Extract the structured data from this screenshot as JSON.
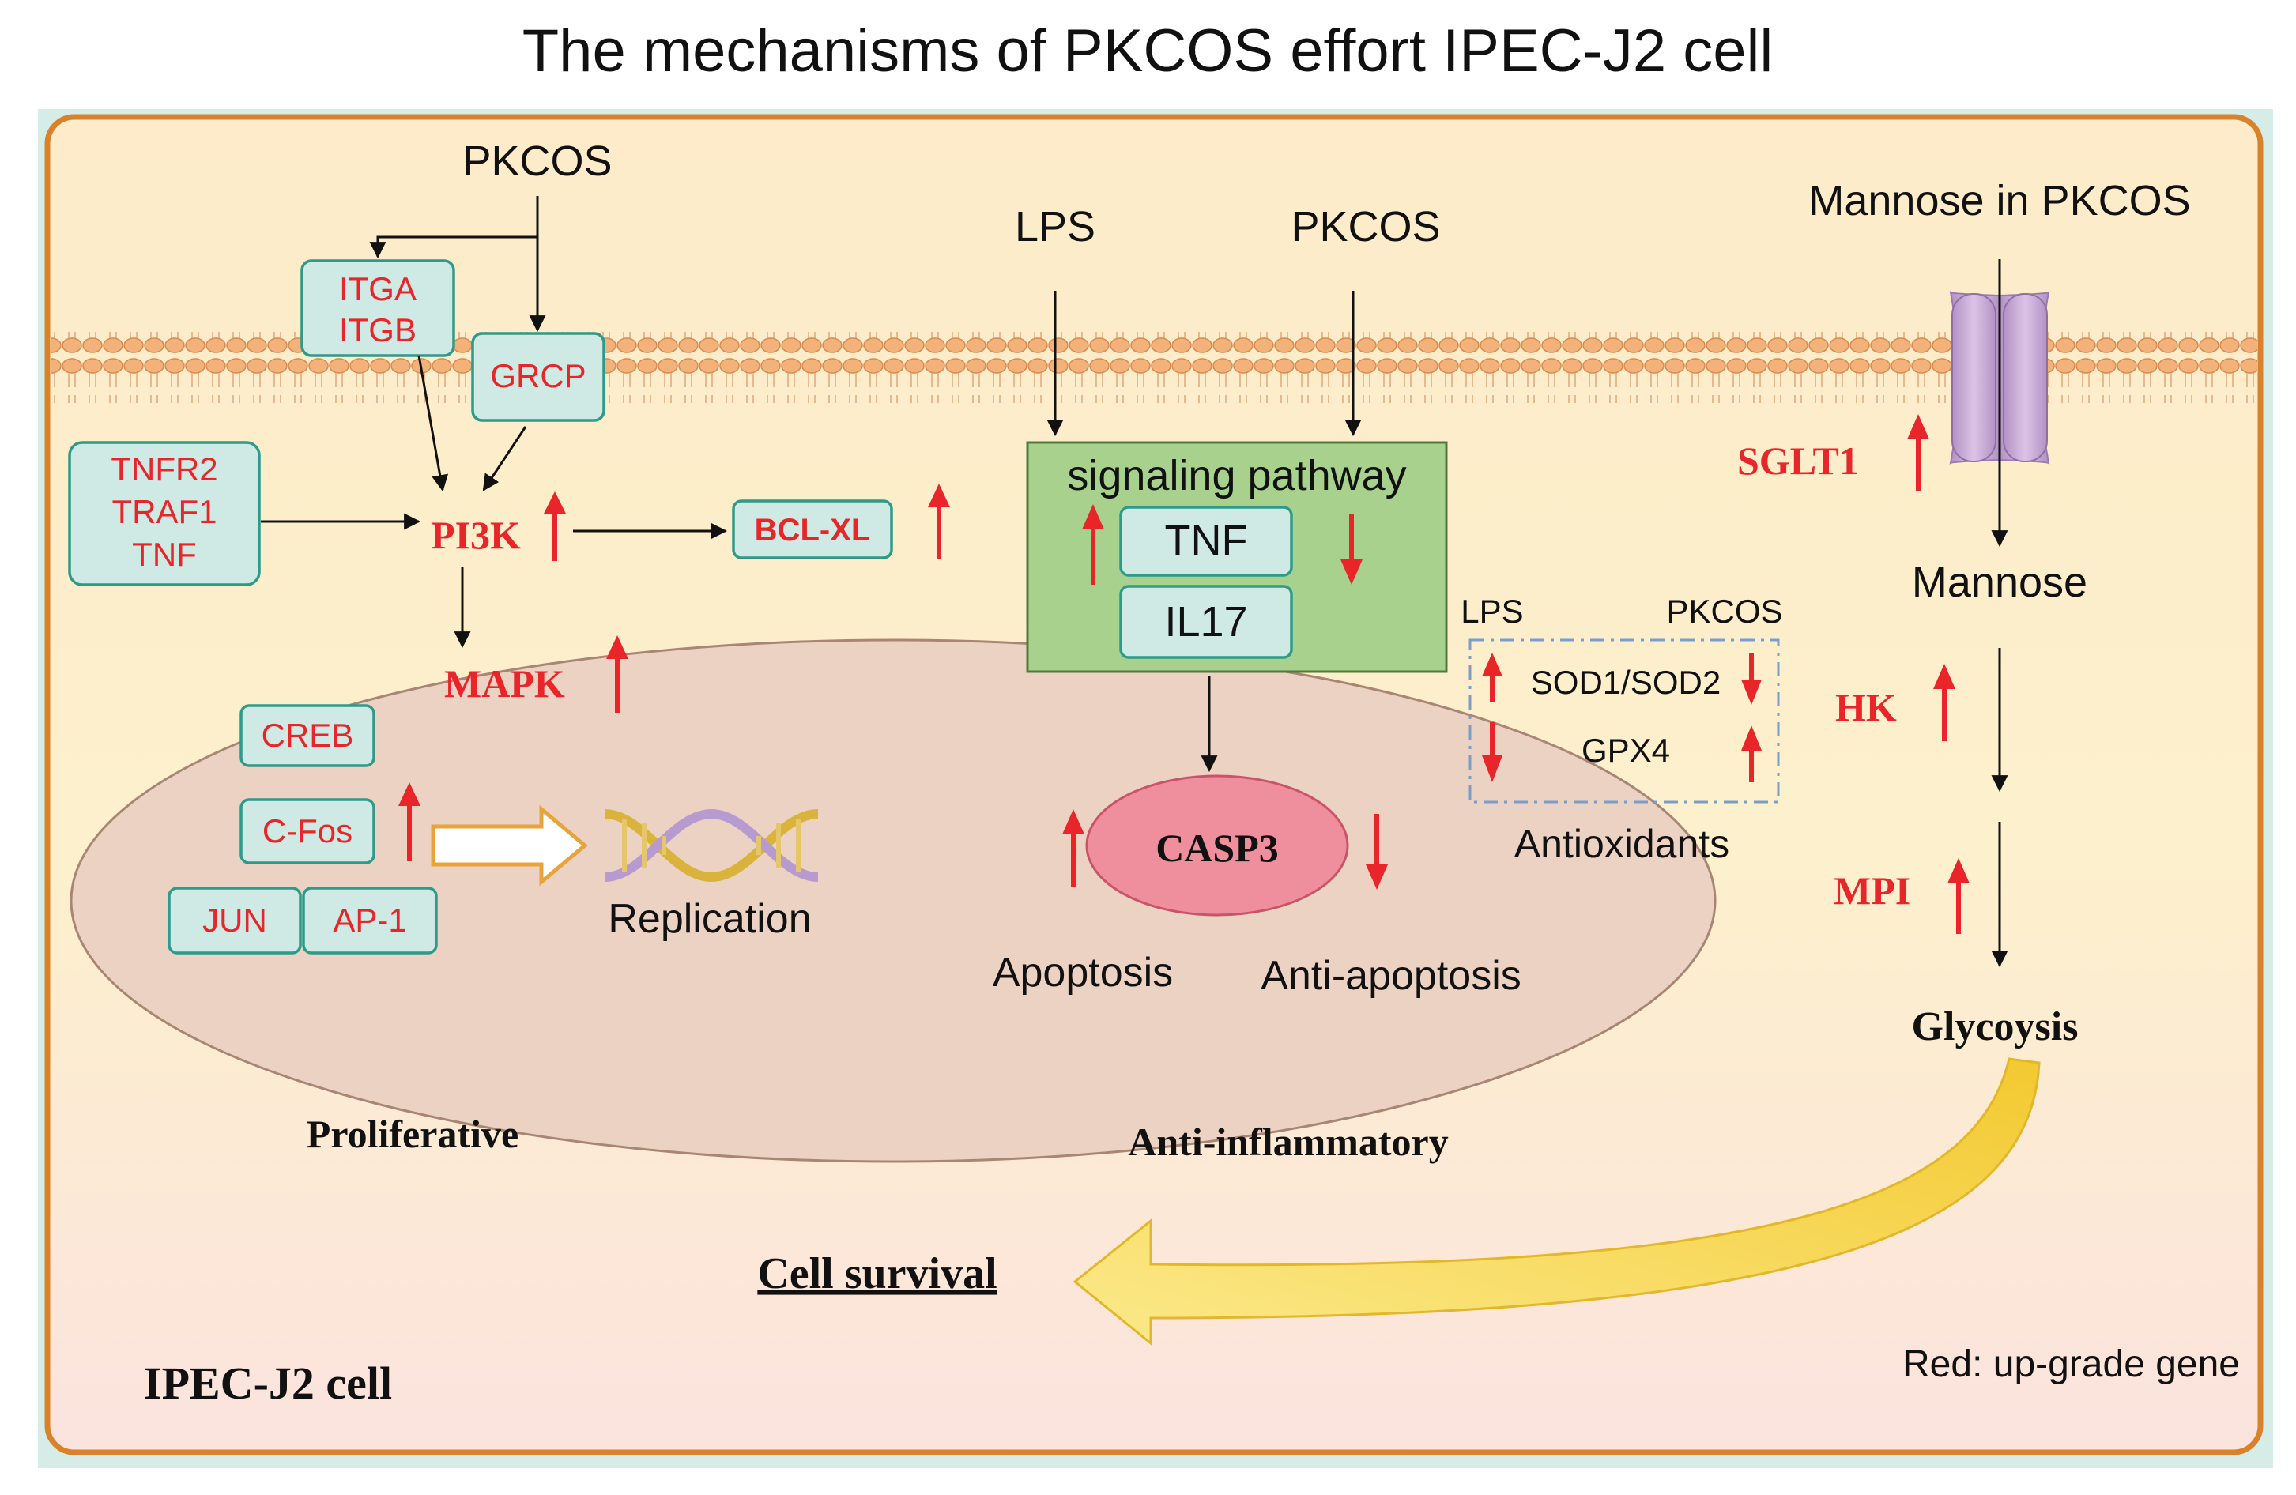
{
  "title": "The mechanisms of PKCOS effort IPEC-J2 cell",
  "colors": {
    "gene_red": "#e8262a",
    "box_fill": "#cfe9e4",
    "box_stroke": "#2f9a8a",
    "cell_border": "#d9822b",
    "nucleus": "#ecd2c2",
    "signaling_box": "#a9d18e",
    "casp3": "#ef8e9c",
    "channel": "#c9a8d6",
    "survival_arrow": "#f7dc5a"
  },
  "left": {
    "pkcos": "PKCOS",
    "itga": "ITGA",
    "itgb": "ITGB",
    "grcp": "GRCP",
    "tnfr2": "TNFR2",
    "traf1": "TRAF1",
    "tnf": "TNF",
    "pi3k": "PI3K",
    "bclxl": "BCL-XL",
    "mapk": "MAPK",
    "creb": "CREB",
    "cfos": "C-Fos",
    "jun": "JUN",
    "ap1": "AP-1",
    "replication": "Replication",
    "proliferative": "Proliferative"
  },
  "middle": {
    "lps": "LPS",
    "pkcos": "PKCOS",
    "signaling": "signaling pathway",
    "tnf": "TNF",
    "il17": "IL17",
    "casp3": "CASP3",
    "apoptosis": "Apoptosis",
    "anti_apoptosis": "Anti-apoptosis",
    "lps_small": "LPS",
    "pkcos_small": "PKCOS",
    "sod": "SOD1/SOD2",
    "gpx4": "GPX4",
    "antioxidants": "Antioxidants",
    "anti_inflammatory": "Anti-inflammatory"
  },
  "right": {
    "mannose_in": "Mannose in PKCOS",
    "sglt1": "SGLT1",
    "mannose": "Mannose",
    "hk": "HK",
    "mpi": "MPI",
    "glycolysis": "Glycoysis"
  },
  "bottom": {
    "cell_survival": "Cell survival",
    "cell_name": "IPEC-J2 cell",
    "legend": "Red: up-grade gene"
  }
}
